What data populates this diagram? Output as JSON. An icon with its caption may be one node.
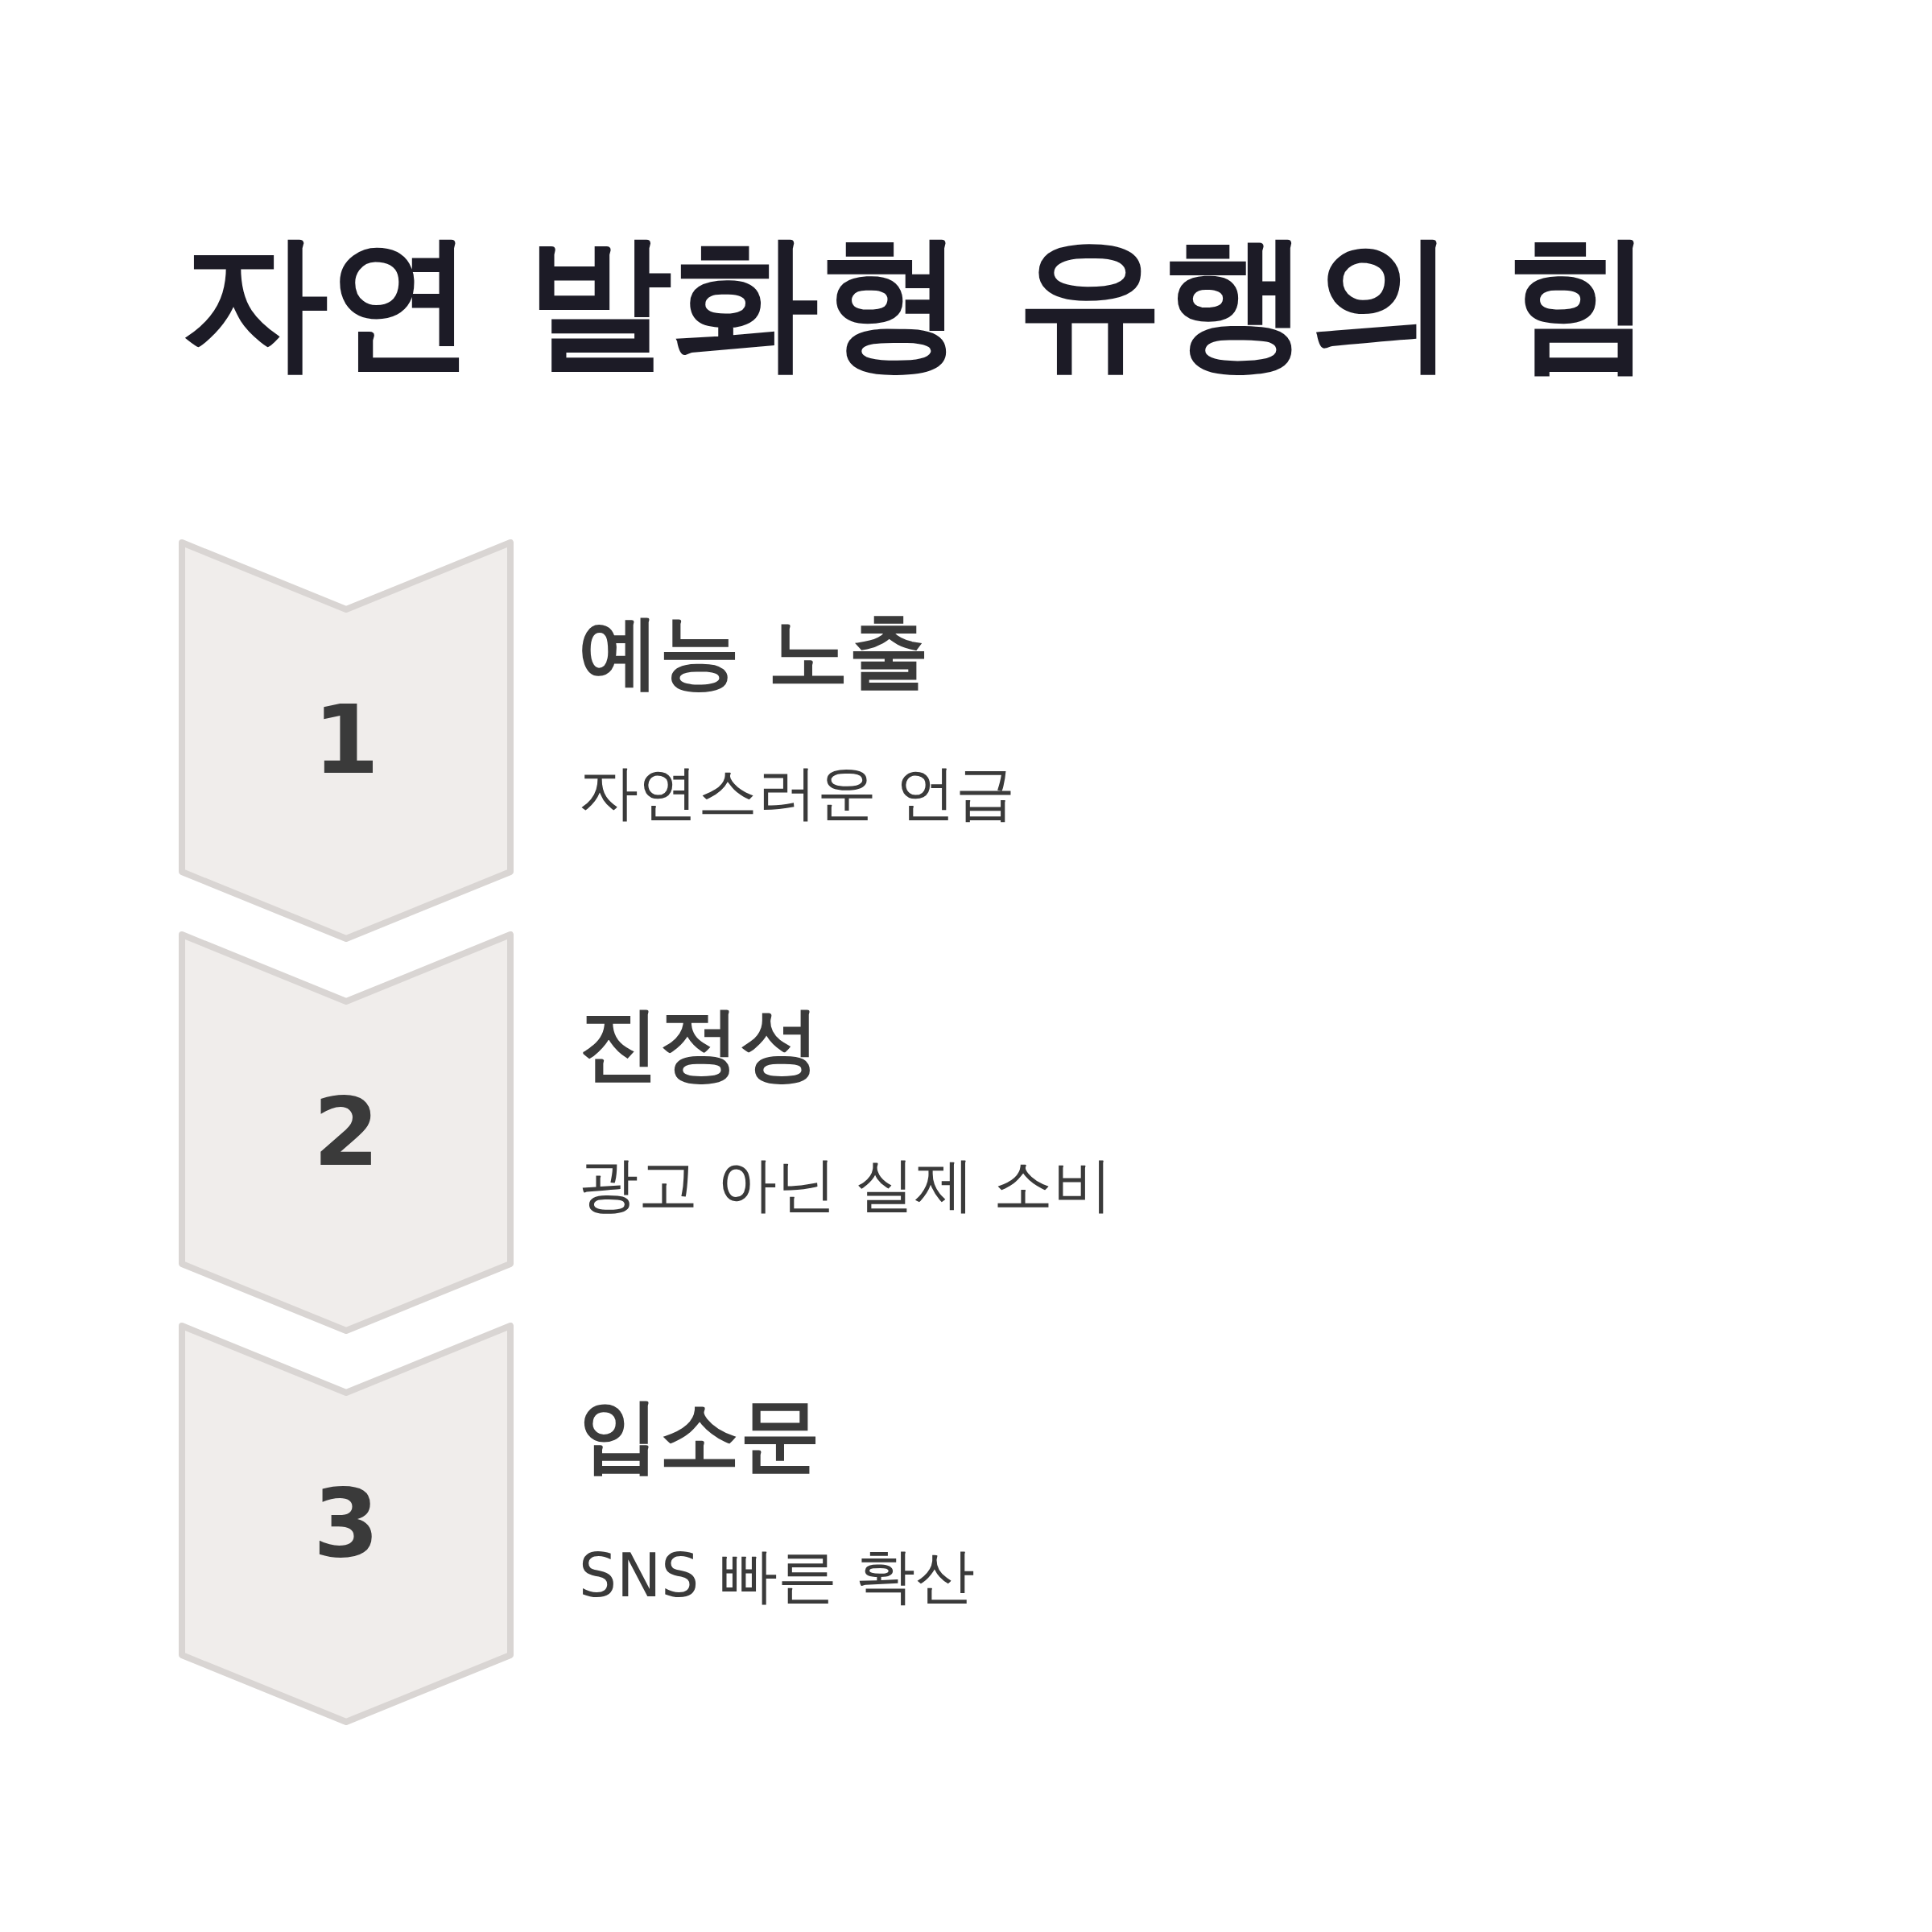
{
  "diagram": {
    "title": "자연 발화형 유행의 힘",
    "nodes": [
      {
        "text": [
          "1"
        ],
        "beside": [
          "예능 노출",
          "자연스러운 언급"
        ]
      },
      {
        "text": [
          "2"
        ],
        "beside": [
          "진정성",
          "광고 아닌 실제 소비"
        ]
      },
      {
        "text": [
          "3"
        ],
        "beside": [
          "입소문",
          "SNS 빠른 확산"
        ]
      }
    ]
  }
}
